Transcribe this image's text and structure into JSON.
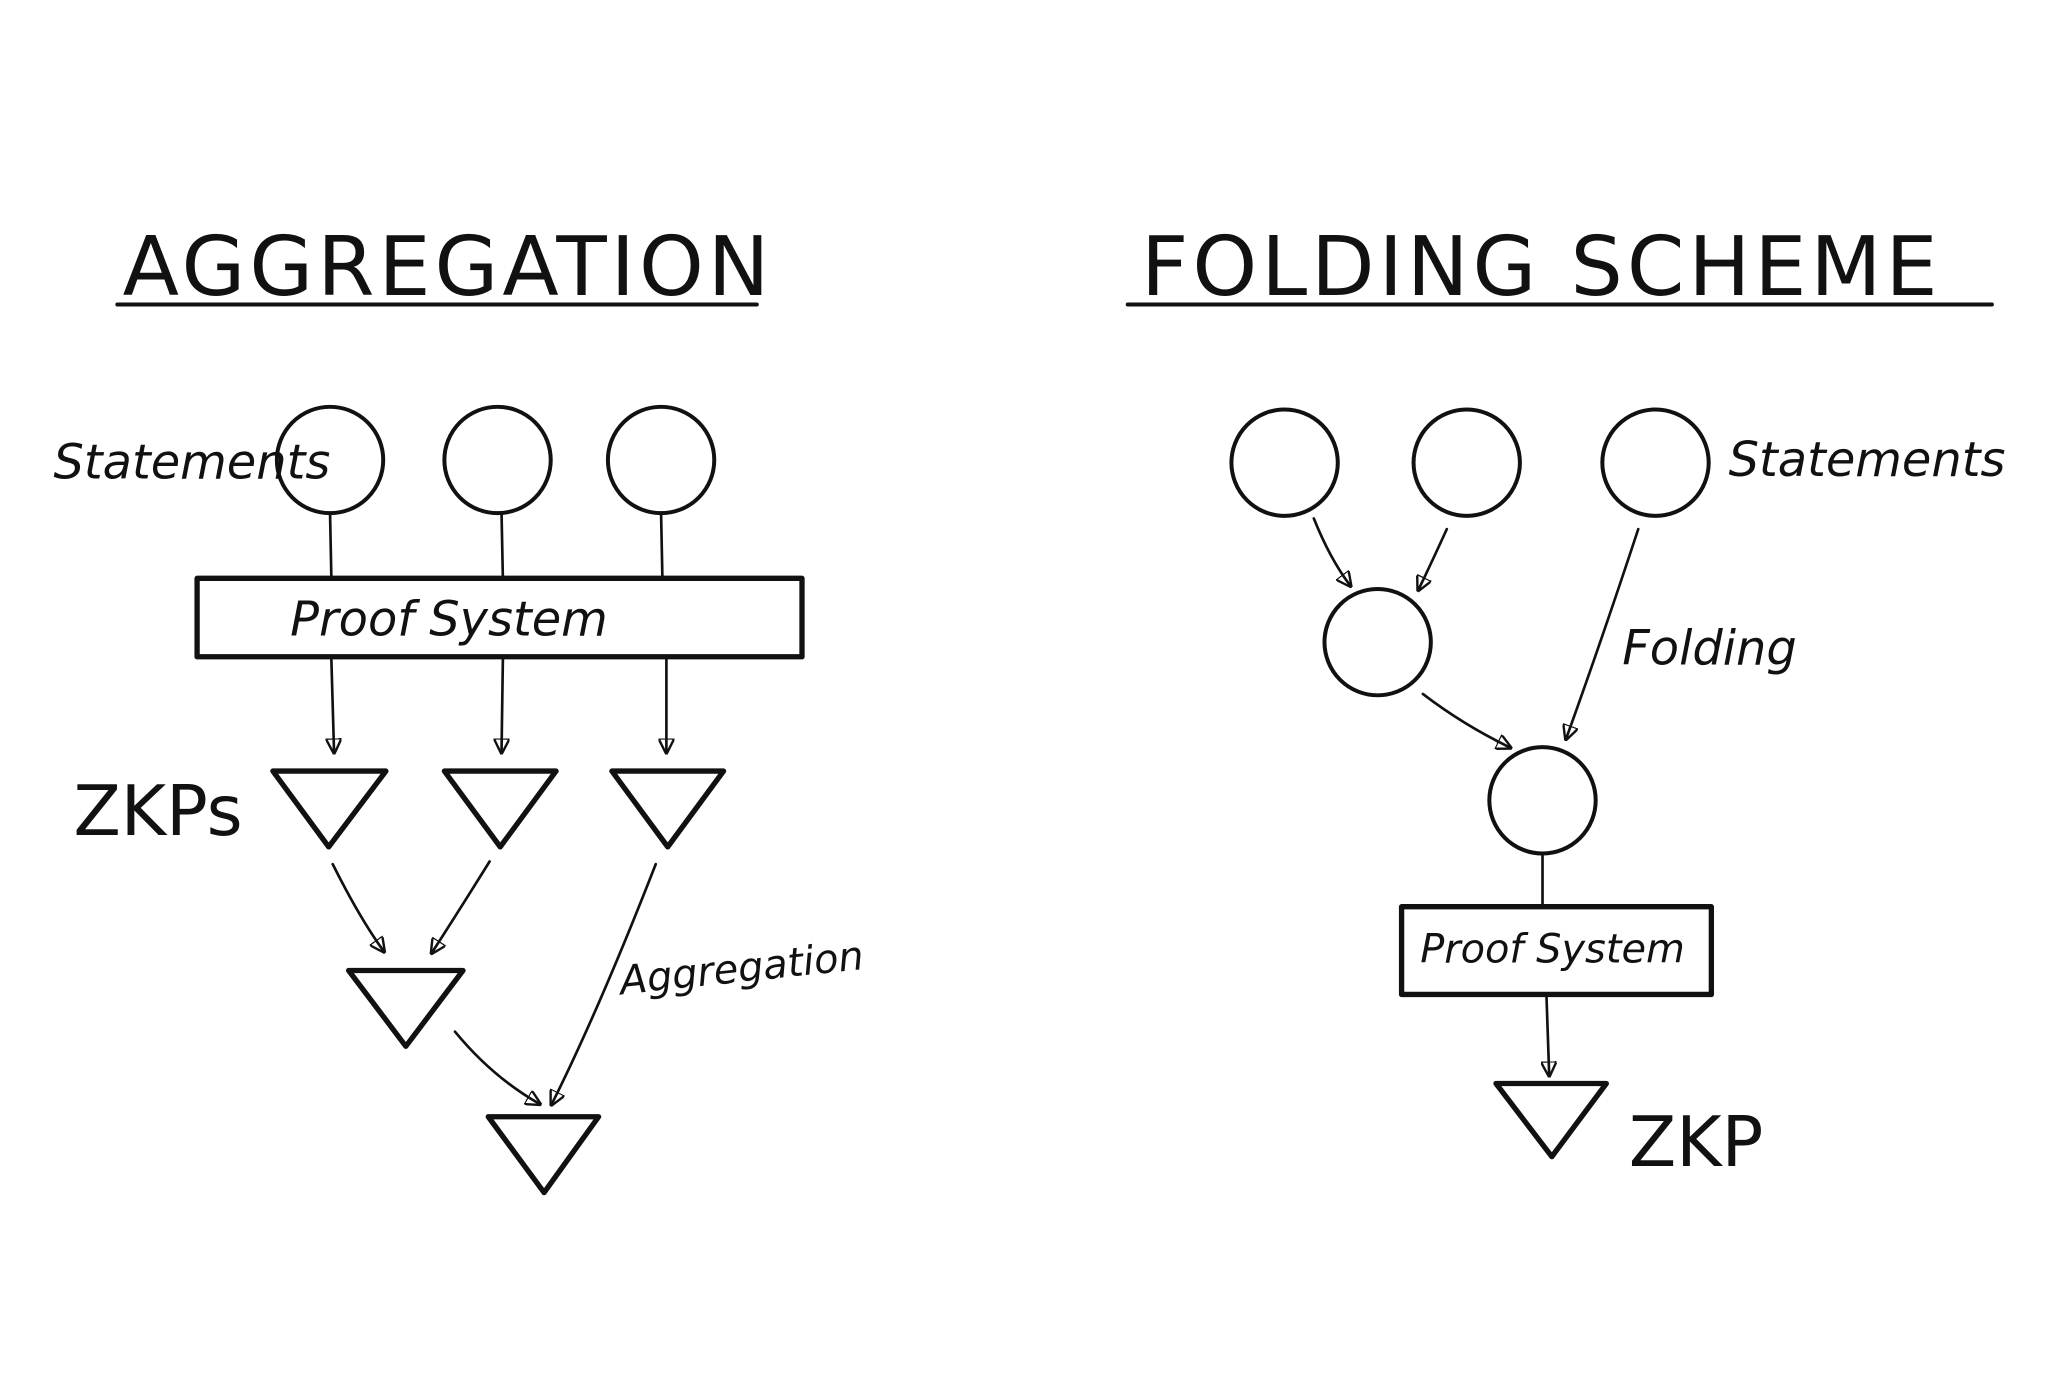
{
  "aggregation": {
    "title": "AGGREGATION",
    "statements_label": "Statements",
    "proof_system_label": "Proof System",
    "zkps_label": "ZKPs",
    "aggregation_label": "Aggregation"
  },
  "folding": {
    "title": "FOLDING SCHEME",
    "statements_label": "Statements",
    "folding_label": "Folding",
    "proof_system_label": "Proof System",
    "zkp_label": "ZKP"
  },
  "colors": {
    "ink": "#111111",
    "background": "#ffffff"
  }
}
